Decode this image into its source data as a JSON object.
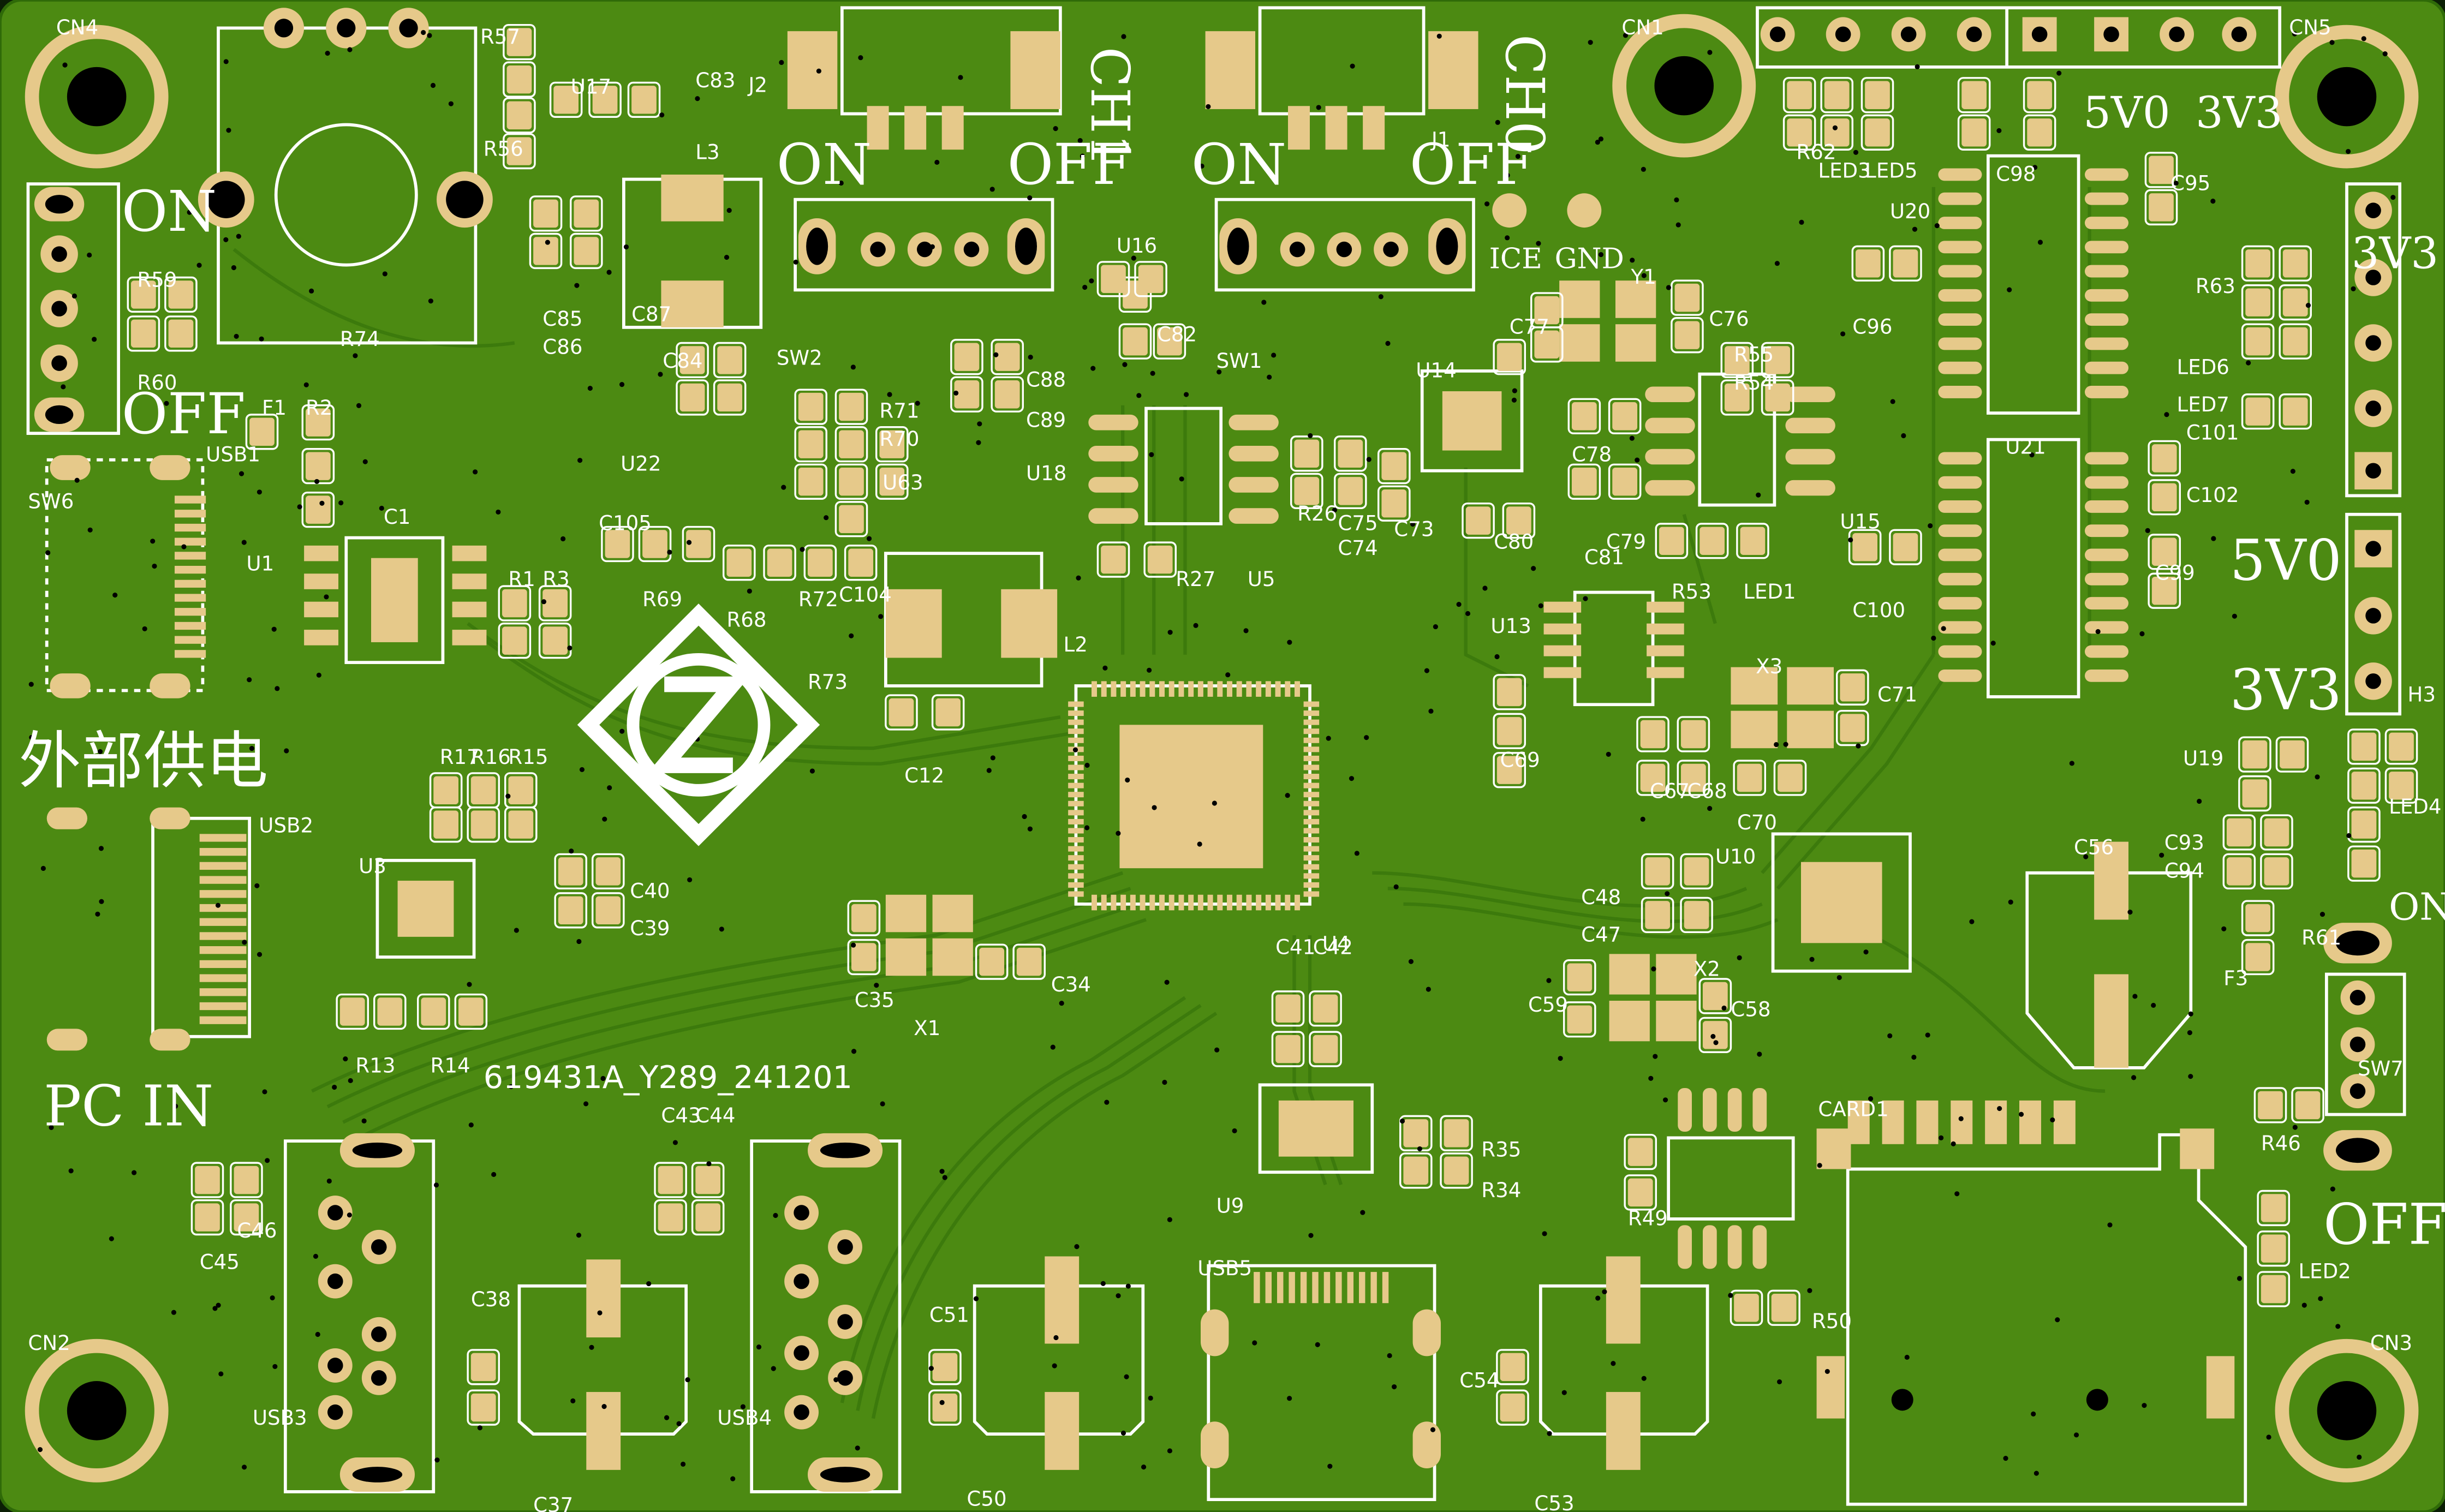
{
  "board": {
    "id": "619431A_Y289_241201",
    "colors": {
      "mask": "#4c8a12",
      "mask_dark": "#2f6a08",
      "pad": "#e6c98a",
      "silk": "#ffffff",
      "edge": "#0b1f05"
    }
  },
  "labels": {
    "ext_power": "外部供电",
    "pc_in": "PC IN",
    "ch1": "CH1",
    "ch0": "CH0",
    "on": "ON",
    "off": "OFF",
    "v5": "5V0",
    "v33": "3V3",
    "ice": "ICE",
    "gnd": "GND"
  },
  "refs": [
    {
      "t": "CN4"
    },
    {
      "t": "CN1"
    },
    {
      "t": "CN5"
    },
    {
      "t": "CN2"
    },
    {
      "t": "CN3"
    },
    {
      "t": "R57"
    },
    {
      "t": "R56"
    },
    {
      "t": "U17"
    },
    {
      "t": "C83"
    },
    {
      "t": "L3"
    },
    {
      "t": "J2"
    },
    {
      "t": "J1"
    },
    {
      "t": "R59"
    },
    {
      "t": "R60"
    },
    {
      "t": "R74"
    },
    {
      "t": "C85"
    },
    {
      "t": "C86"
    },
    {
      "t": "C87"
    },
    {
      "t": "C84"
    },
    {
      "t": "SW2"
    },
    {
      "t": "SW1"
    },
    {
      "t": "U16"
    },
    {
      "t": "C82"
    },
    {
      "t": "Y1"
    },
    {
      "t": "C77"
    },
    {
      "t": "C76"
    },
    {
      "t": "R55"
    },
    {
      "t": "R54"
    },
    {
      "t": "U14"
    },
    {
      "t": "C78"
    },
    {
      "t": "C80"
    },
    {
      "t": "C81"
    },
    {
      "t": "C79"
    },
    {
      "t": "U15"
    },
    {
      "t": "R53"
    },
    {
      "t": "LED1"
    },
    {
      "t": "R62"
    },
    {
      "t": "LED3"
    },
    {
      "t": "LED5"
    },
    {
      "t": "U20"
    },
    {
      "t": "C98"
    },
    {
      "t": "C95"
    },
    {
      "t": "C96"
    },
    {
      "t": "R63"
    },
    {
      "t": "LED6"
    },
    {
      "t": "LED7"
    },
    {
      "t": "C101"
    },
    {
      "t": "C102"
    },
    {
      "t": "U21"
    },
    {
      "t": "C99"
    },
    {
      "t": "C100"
    },
    {
      "t": "H3"
    },
    {
      "t": "F1"
    },
    {
      "t": "R2"
    },
    {
      "t": "USB1"
    },
    {
      "t": "C1"
    },
    {
      "t": "U1"
    },
    {
      "t": "SW6"
    },
    {
      "t": "R1"
    },
    {
      "t": "R3"
    },
    {
      "t": "U22"
    },
    {
      "t": "C105"
    },
    {
      "t": "R69"
    },
    {
      "t": "R68"
    },
    {
      "t": "R72"
    },
    {
      "t": "C104"
    },
    {
      "t": "R73"
    },
    {
      "t": "R71"
    },
    {
      "t": "R70"
    },
    {
      "t": "U63"
    },
    {
      "t": "C88"
    },
    {
      "t": "C89"
    },
    {
      "t": "U18"
    },
    {
      "t": "R27"
    },
    {
      "t": "U5"
    },
    {
      "t": "R26"
    },
    {
      "t": "C75"
    },
    {
      "t": "C74"
    },
    {
      "t": "C73"
    },
    {
      "t": "L2"
    },
    {
      "t": "C12"
    },
    {
      "t": "U13"
    },
    {
      "t": "X3"
    },
    {
      "t": "C71"
    },
    {
      "t": "C69"
    },
    {
      "t": "C67"
    },
    {
      "t": "C68"
    },
    {
      "t": "C70"
    },
    {
      "t": "R17"
    },
    {
      "t": "R16"
    },
    {
      "t": "R15"
    },
    {
      "t": "USB2"
    },
    {
      "t": "U3"
    },
    {
      "t": "C40"
    },
    {
      "t": "C39"
    },
    {
      "t": "R13"
    },
    {
      "t": "R14"
    },
    {
      "t": "C35"
    },
    {
      "t": "X1"
    },
    {
      "t": "C34"
    },
    {
      "t": "C41"
    },
    {
      "t": "C42"
    },
    {
      "t": "U4"
    },
    {
      "t": "U10"
    },
    {
      "t": "C48"
    },
    {
      "t": "C47"
    },
    {
      "t": "C59"
    },
    {
      "t": "X2"
    },
    {
      "t": "C58"
    },
    {
      "t": "C56"
    },
    {
      "t": "U19"
    },
    {
      "t": "C93"
    },
    {
      "t": "C94"
    },
    {
      "t": "LED4"
    },
    {
      "t": "R61"
    },
    {
      "t": "F3"
    },
    {
      "t": "SW7"
    },
    {
      "t": "C43"
    },
    {
      "t": "C44"
    },
    {
      "t": "R35"
    },
    {
      "t": "R34"
    },
    {
      "t": "U9"
    },
    {
      "t": "CARD1"
    },
    {
      "t": "R46"
    },
    {
      "t": "LED2"
    },
    {
      "t": "C46"
    },
    {
      "t": "C45"
    },
    {
      "t": "C38"
    },
    {
      "t": "USB3"
    },
    {
      "t": "C37"
    },
    {
      "t": "USB4"
    },
    {
      "t": "C51"
    },
    {
      "t": "C50"
    },
    {
      "t": "USB5"
    },
    {
      "t": "C54"
    },
    {
      "t": "C53"
    },
    {
      "t": "R49"
    },
    {
      "t": "R50"
    }
  ]
}
